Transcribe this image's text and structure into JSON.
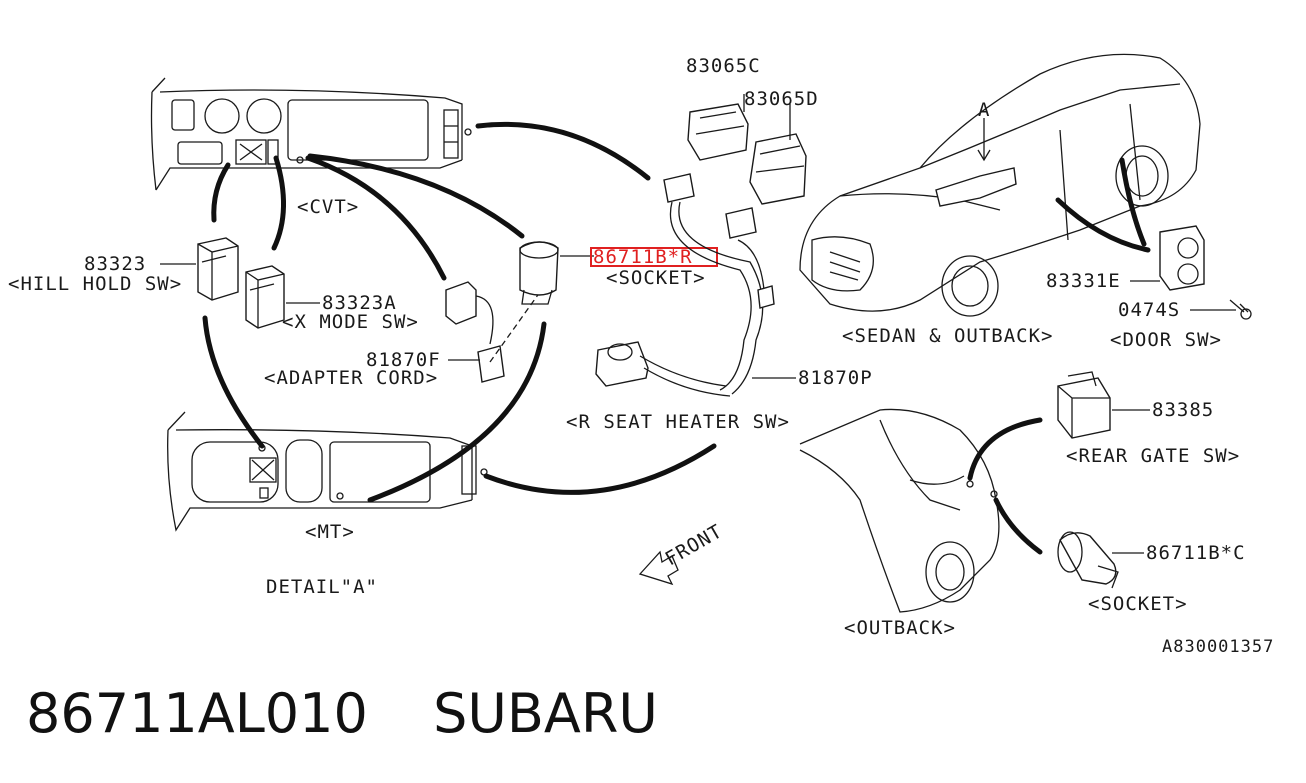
{
  "labels": {
    "cvt": "<CVT>",
    "mt": "<MT>",
    "detail": "DETAIL\"A\"",
    "p83323": "83323",
    "hill_hold": "<HILL HOLD SW>",
    "p83323a": "83323A",
    "x_mode": "<X MODE SW>",
    "p81870f": "81870F",
    "adapter_cord": "<ADAPTER CORD>",
    "p83065c": "83065C",
    "p83065d": "83065D",
    "p86711br": "86711B*R",
    "socket1": "<SOCKET>",
    "p81870p": "81870P",
    "seat_heater": "<R SEAT HEATER SW>",
    "front": "FRONT",
    "a_marker": "A",
    "sedan_outback": "<SEDAN & OUTBACK>",
    "p83331e": "83331E",
    "p0474s": "0474S",
    "door_sw": "<DOOR SW>",
    "p83385": "83385",
    "rear_gate": "<REAR GATE SW>",
    "p86711bc": "86711B*C",
    "socket2": "<SOCKET>",
    "outback": "<OUTBACK>",
    "ref_code": "A830001357"
  },
  "highlight_color": "#e02020",
  "part_number": "86711AL010",
  "brand": "SUBARU"
}
